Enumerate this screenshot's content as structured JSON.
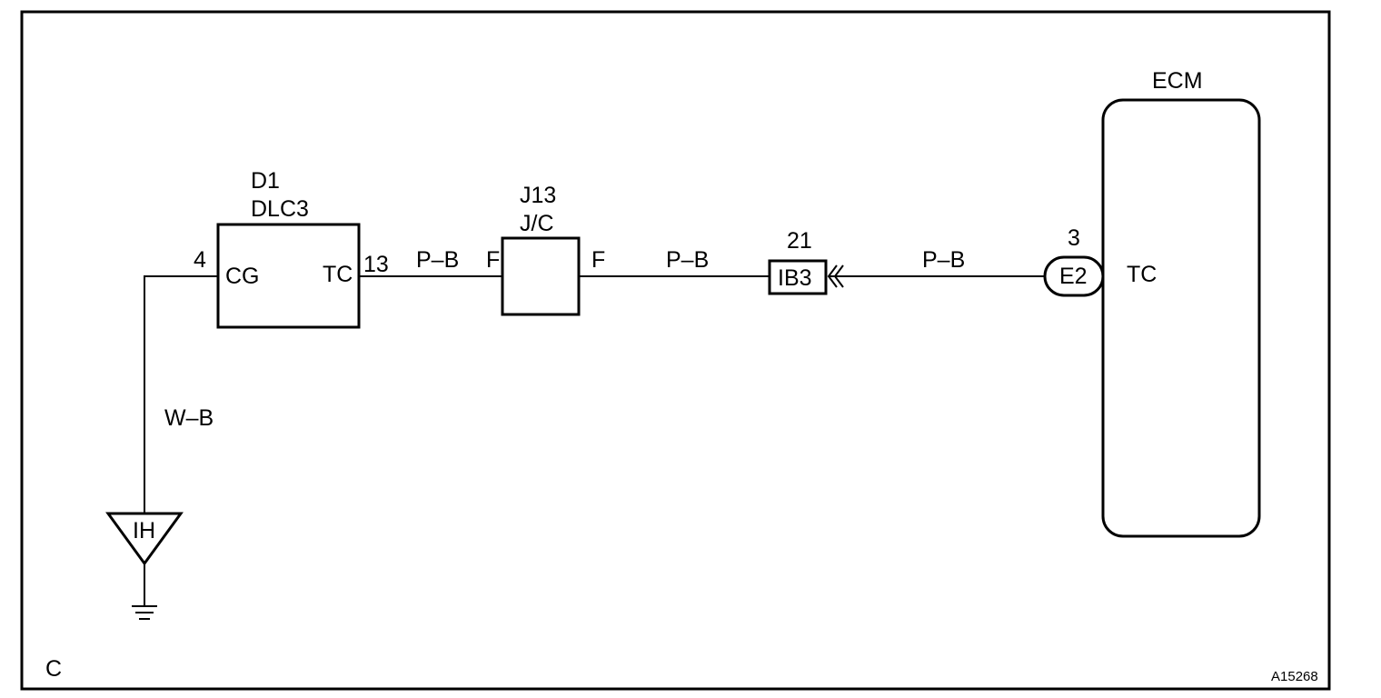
{
  "dlc": {
    "ref": "D1",
    "name": "DLC3",
    "pin_left": "4",
    "pin_right": "13",
    "term_left": "CG",
    "term_right": "TC"
  },
  "junction": {
    "ref": "J13",
    "name": "J/C",
    "term_left": "F",
    "term_right": "F"
  },
  "connector": {
    "pin": "21",
    "name": "IB3"
  },
  "ecm": {
    "name": "ECM",
    "pin": "3",
    "connector": "E2",
    "terminal": "TC"
  },
  "wires": {
    "w1": "P–B",
    "w2": "P–B",
    "w3": "P–B",
    "ground": "W–B"
  },
  "ground_point": {
    "name": "IH"
  },
  "corner_letter": "C",
  "figure_id": "A15268"
}
